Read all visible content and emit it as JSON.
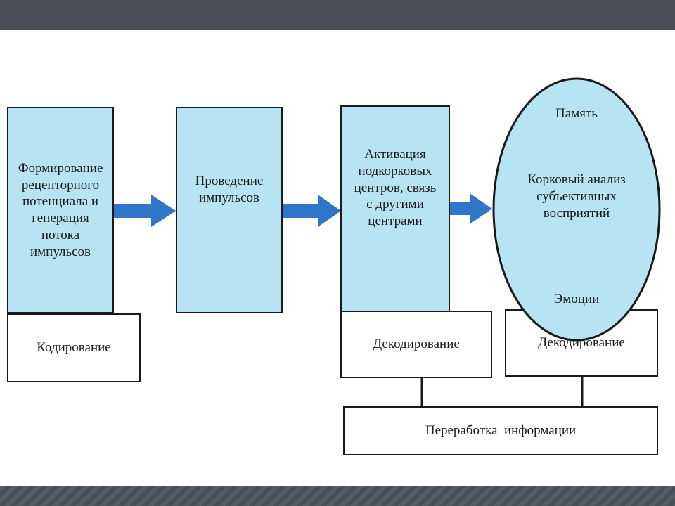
{
  "colors": {
    "box_fill": "#b6e4f3",
    "arrow": "#2f76c9",
    "border": "#1a1a1a",
    "topbar": "#4a4f5a",
    "bottombar": "#4d5260"
  },
  "diagram": {
    "box1": "Формирование\nрецепторного\nпотенциала и\nгенерация\nпотока\nимпульсов",
    "box2": "Проведение\nимпульсов",
    "box3": "Активация\nподкорковых\nцентров, связь\nс другими\nцентрами",
    "circle_memory": "Память",
    "circle_analysis": "Корковый анализ\nсубъективных\nвосприятий",
    "circle_emotions": "Эмоции",
    "coding": "Кодирование",
    "decoding1": "Декодирование",
    "decoding2": "Декодирование",
    "processing": "Переработка  информации"
  }
}
